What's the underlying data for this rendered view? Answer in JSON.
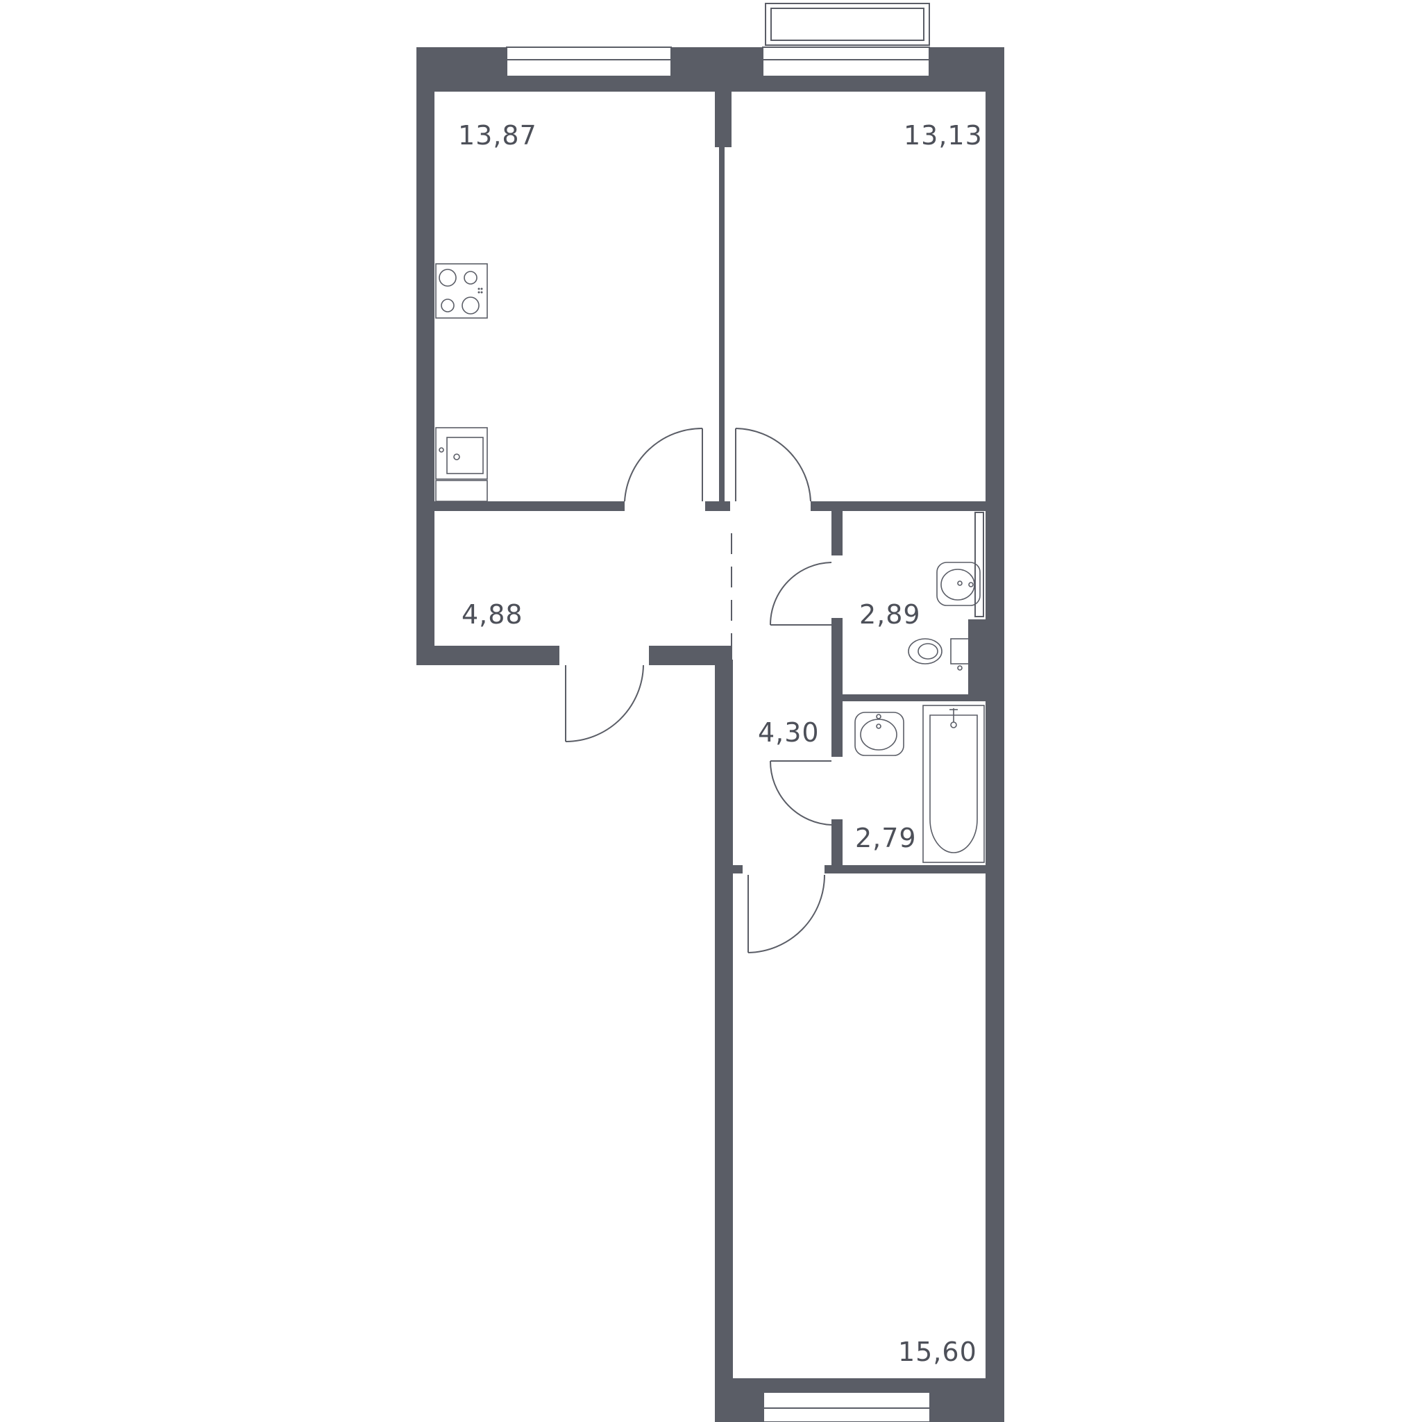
{
  "rooms": [
    {
      "id": "kitchen",
      "area": "13,87"
    },
    {
      "id": "bedroom-north",
      "area": "13,13"
    },
    {
      "id": "hall-west",
      "area": "4,88"
    },
    {
      "id": "toilet",
      "area": "2,89"
    },
    {
      "id": "corridor",
      "area": "4,30"
    },
    {
      "id": "bathroom",
      "area": "2,79"
    },
    {
      "id": "bedroom-south",
      "area": "15,60"
    }
  ],
  "colors": {
    "wall": "#5a5d66",
    "text": "#4d5059",
    "background": "#ffffff"
  }
}
